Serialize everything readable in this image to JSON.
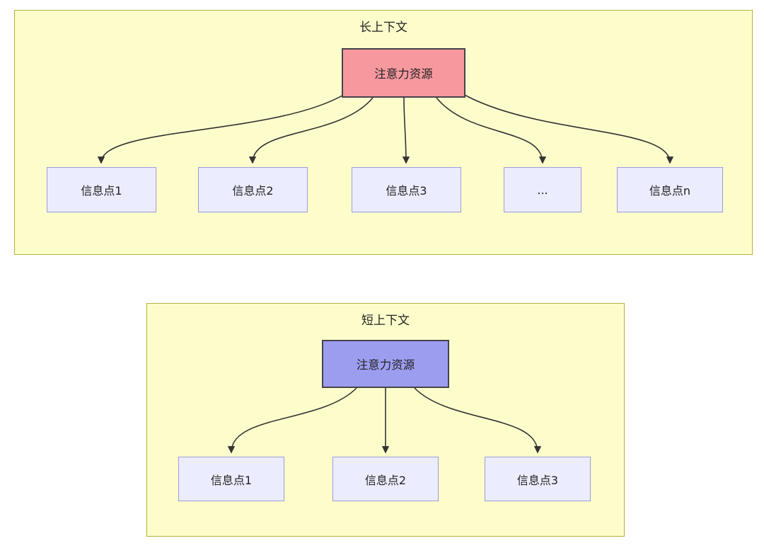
{
  "long_context": {
    "title": "长上下文",
    "attention_label": "注意力资源",
    "nodes": [
      "信息点1",
      "信息点2",
      "信息点3",
      "...",
      "信息点n"
    ]
  },
  "short_context": {
    "title": "短上下文",
    "attention_label": "注意力资源",
    "nodes": [
      "信息点1",
      "信息点2",
      "信息点3"
    ]
  },
  "colors": {
    "panel_bg": "#fdfdcc",
    "panel_border": "#b2b23e",
    "attention_long_bg": "#f7989f",
    "attention_short_bg": "#9d9df0",
    "attention_border": "#44444a",
    "node_bg": "#ececff",
    "node_border": "#9c9cdc",
    "arrow_color": "#333333",
    "text_color": "#222222"
  }
}
